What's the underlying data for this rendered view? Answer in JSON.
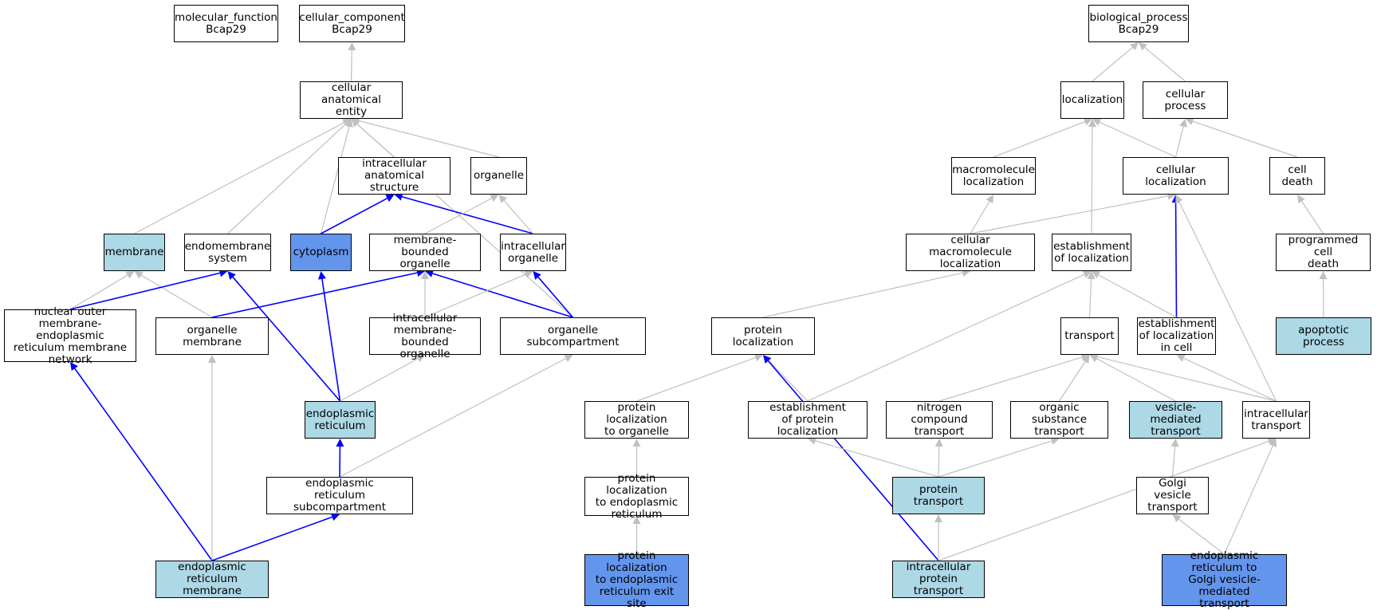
{
  "colors": {
    "node_default": "#ffffff",
    "node_annotated_light": "#add8e6",
    "node_annotated_dark": "#6495ed",
    "edge_is_a": "#c0c0c0",
    "edge_part_of": "#0000ff",
    "border": "#000000"
  },
  "nodes": [
    {
      "id": "mf",
      "label": "molecular_function\nBcap29",
      "style": "default"
    },
    {
      "id": "cc",
      "label": "cellular_component\nBcap29",
      "style": "default"
    },
    {
      "id": "bp",
      "label": "biological_process\nBcap29",
      "style": "default"
    },
    {
      "id": "cae",
      "label": "cellular anatomical\nentity",
      "style": "default"
    },
    {
      "id": "loc",
      "label": "localization",
      "style": "default"
    },
    {
      "id": "cp",
      "label": "cellular process",
      "style": "default"
    },
    {
      "id": "ias",
      "label": "intracellular\nanatomical structure",
      "style": "default"
    },
    {
      "id": "org",
      "label": "organelle",
      "style": "default"
    },
    {
      "id": "mml",
      "label": "macromolecule\nlocalization",
      "style": "default"
    },
    {
      "id": "cl",
      "label": "cellular localization",
      "style": "default"
    },
    {
      "id": "cd",
      "label": "cell death",
      "style": "default"
    },
    {
      "id": "mem",
      "label": "membrane",
      "style": "light"
    },
    {
      "id": "ems",
      "label": "endomembrane\nsystem",
      "style": "default"
    },
    {
      "id": "cyt",
      "label": "cytoplasm",
      "style": "dark"
    },
    {
      "id": "mbo",
      "label": "membrane-bounded\norganelle",
      "style": "default"
    },
    {
      "id": "io",
      "label": "intracellular\norganelle",
      "style": "default"
    },
    {
      "id": "cml",
      "label": "cellular macromolecule\nlocalization",
      "style": "default"
    },
    {
      "id": "eol",
      "label": "establishment\nof localization",
      "style": "default"
    },
    {
      "id": "pcd",
      "label": "programmed cell\ndeath",
      "style": "default"
    },
    {
      "id": "nom",
      "label": "nuclear outer\nmembrane-endoplasmic\nreticulum membrane\nnetwork",
      "style": "default"
    },
    {
      "id": "om",
      "label": "organelle membrane",
      "style": "default"
    },
    {
      "id": "imbo",
      "label": "intracellular\nmembrane-bounded\norganelle",
      "style": "default"
    },
    {
      "id": "osc",
      "label": "organelle subcompartment",
      "style": "default"
    },
    {
      "id": "pl",
      "label": "protein localization",
      "style": "default"
    },
    {
      "id": "tr",
      "label": "transport",
      "style": "default"
    },
    {
      "id": "eolc",
      "label": "establishment\nof localization\nin cell",
      "style": "default"
    },
    {
      "id": "ap",
      "label": "apoptotic process",
      "style": "light"
    },
    {
      "id": "er",
      "label": "endoplasmic\nreticulum",
      "style": "light"
    },
    {
      "id": "plo",
      "label": "protein localization\nto organelle",
      "style": "default"
    },
    {
      "id": "epl",
      "label": "establishment\nof protein localization",
      "style": "default"
    },
    {
      "id": "nct",
      "label": "nitrogen compound\ntransport",
      "style": "default"
    },
    {
      "id": "ost",
      "label": "organic substance\ntransport",
      "style": "default"
    },
    {
      "id": "vmt",
      "label": "vesicle-mediated\ntransport",
      "style": "light"
    },
    {
      "id": "it",
      "label": "intracellular\ntransport",
      "style": "default"
    },
    {
      "id": "ersc",
      "label": "endoplasmic\nreticulum subcompartment",
      "style": "default"
    },
    {
      "id": "pler",
      "label": "protein localization\nto endoplasmic\nreticulum",
      "style": "default"
    },
    {
      "id": "pt",
      "label": "protein transport",
      "style": "light"
    },
    {
      "id": "gvt",
      "label": "Golgi vesicle\ntransport",
      "style": "default"
    },
    {
      "id": "erm",
      "label": "endoplasmic\nreticulum membrane",
      "style": "light"
    },
    {
      "id": "plerx",
      "label": "protein localization\nto endoplasmic\nreticulum exit\nsite",
      "style": "dark"
    },
    {
      "id": "ipt",
      "label": "intracellular\nprotein transport",
      "style": "light"
    },
    {
      "id": "ergt",
      "label": "endoplasmic\nreticulum to\nGolgi vesicle-mediated\ntransport",
      "style": "dark"
    }
  ],
  "edges": [
    {
      "from": "cae",
      "to": "cc",
      "type": "is_a"
    },
    {
      "from": "loc",
      "to": "bp",
      "type": "is_a"
    },
    {
      "from": "cp",
      "to": "bp",
      "type": "is_a"
    },
    {
      "from": "ias",
      "to": "cae",
      "type": "is_a"
    },
    {
      "from": "org",
      "to": "cae",
      "type": "is_a"
    },
    {
      "from": "mem",
      "to": "cae",
      "type": "is_a"
    },
    {
      "from": "ems",
      "to": "cae",
      "type": "is_a"
    },
    {
      "from": "cyt",
      "to": "cae",
      "type": "is_a"
    },
    {
      "from": "osc",
      "to": "cae",
      "type": "is_a"
    },
    {
      "from": "cyt",
      "to": "ias",
      "type": "part_of"
    },
    {
      "from": "io",
      "to": "ias",
      "type": "part_of"
    },
    {
      "from": "mbo",
      "to": "org",
      "type": "is_a"
    },
    {
      "from": "io",
      "to": "org",
      "type": "is_a"
    },
    {
      "from": "nom",
      "to": "mem",
      "type": "is_a"
    },
    {
      "from": "om",
      "to": "mem",
      "type": "is_a"
    },
    {
      "from": "nom",
      "to": "ems",
      "type": "part_of"
    },
    {
      "from": "er",
      "to": "ems",
      "type": "part_of"
    },
    {
      "from": "er",
      "to": "cyt",
      "type": "part_of"
    },
    {
      "from": "om",
      "to": "mbo",
      "type": "part_of"
    },
    {
      "from": "imbo",
      "to": "mbo",
      "type": "is_a"
    },
    {
      "from": "osc",
      "to": "mbo",
      "type": "part_of"
    },
    {
      "from": "imbo",
      "to": "io",
      "type": "is_a"
    },
    {
      "from": "osc",
      "to": "io",
      "type": "part_of"
    },
    {
      "from": "erm",
      "to": "nom",
      "type": "part_of"
    },
    {
      "from": "erm",
      "to": "om",
      "type": "is_a"
    },
    {
      "from": "er",
      "to": "imbo",
      "type": "is_a"
    },
    {
      "from": "ersc",
      "to": "osc",
      "type": "is_a"
    },
    {
      "from": "ersc",
      "to": "er",
      "type": "part_of"
    },
    {
      "from": "erm",
      "to": "ersc",
      "type": "part_of"
    },
    {
      "from": "mml",
      "to": "loc",
      "type": "is_a"
    },
    {
      "from": "cl",
      "to": "loc",
      "type": "is_a"
    },
    {
      "from": "eol",
      "to": "loc",
      "type": "is_a"
    },
    {
      "from": "cl",
      "to": "cp",
      "type": "is_a"
    },
    {
      "from": "cd",
      "to": "cp",
      "type": "is_a"
    },
    {
      "from": "cml",
      "to": "mml",
      "type": "is_a"
    },
    {
      "from": "cml",
      "to": "cl",
      "type": "is_a"
    },
    {
      "from": "eolc",
      "to": "cl",
      "type": "part_of"
    },
    {
      "from": "it",
      "to": "cl",
      "type": "is_a"
    },
    {
      "from": "pcd",
      "to": "cd",
      "type": "is_a"
    },
    {
      "from": "ap",
      "to": "pcd",
      "type": "is_a"
    },
    {
      "from": "pl",
      "to": "cml",
      "type": "is_a"
    },
    {
      "from": "tr",
      "to": "eol",
      "type": "is_a"
    },
    {
      "from": "eolc",
      "to": "eol",
      "type": "is_a"
    },
    {
      "from": "epl",
      "to": "eol",
      "type": "is_a"
    },
    {
      "from": "plo",
      "to": "pl",
      "type": "is_a"
    },
    {
      "from": "epl",
      "to": "pl",
      "type": "is_a"
    },
    {
      "from": "ipt",
      "to": "pl",
      "type": "part_of"
    },
    {
      "from": "nct",
      "to": "tr",
      "type": "is_a"
    },
    {
      "from": "ost",
      "to": "tr",
      "type": "is_a"
    },
    {
      "from": "vmt",
      "to": "tr",
      "type": "is_a"
    },
    {
      "from": "it",
      "to": "tr",
      "type": "is_a"
    },
    {
      "from": "it",
      "to": "eolc",
      "type": "is_a"
    },
    {
      "from": "pler",
      "to": "plo",
      "type": "is_a"
    },
    {
      "from": "plerx",
      "to": "pler",
      "type": "is_a"
    },
    {
      "from": "pt",
      "to": "epl",
      "type": "is_a"
    },
    {
      "from": "pt",
      "to": "nct",
      "type": "is_a"
    },
    {
      "from": "pt",
      "to": "ost",
      "type": "is_a"
    },
    {
      "from": "gvt",
      "to": "vmt",
      "type": "is_a"
    },
    {
      "from": "ipt",
      "to": "pt",
      "type": "is_a"
    },
    {
      "from": "ipt",
      "to": "it",
      "type": "is_a"
    },
    {
      "from": "ergt",
      "to": "gvt",
      "type": "is_a"
    },
    {
      "from": "ergt",
      "to": "it",
      "type": "is_a"
    }
  ]
}
